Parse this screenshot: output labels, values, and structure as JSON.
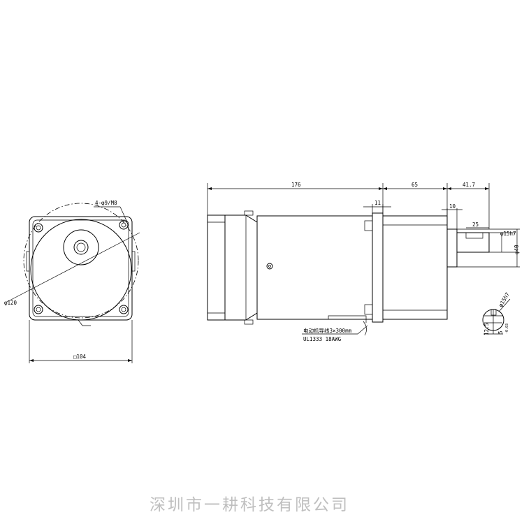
{
  "front_view": {
    "hole_label": "4-φ9/M8",
    "pcd_label": "φ120",
    "width_label": "□104"
  },
  "side_view": {
    "total_length": "176",
    "gearbox_length": "65",
    "shaft_length": "41.7",
    "flange_label": "11",
    "pilot_label": "10",
    "key_length": "25",
    "shaft_dia": "φ15h7",
    "pilot_dia": "φ40",
    "lead_note_1": "电动机导线3×300mm",
    "lead_note_2": "UL1333  18AWG"
  },
  "shaft_section": {
    "dia_label": "φ15h7",
    "key_height": "12.5",
    "key_width": "5",
    "key_width_tol": "-0.03"
  },
  "watermark": "深圳市一耕科技有限公司"
}
